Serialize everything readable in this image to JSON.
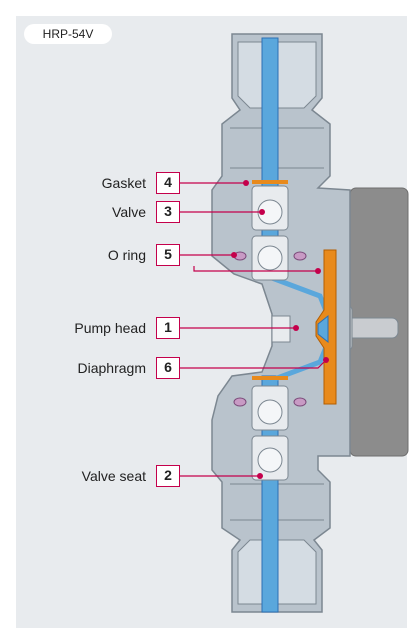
{
  "model_badge": "HRP-54V",
  "parts": [
    {
      "name": "Gasket",
      "number": "4"
    },
    {
      "name": "Valve",
      "number": "3"
    },
    {
      "name": "O ring",
      "number": "5"
    },
    {
      "name": "Pump head",
      "number": "1"
    },
    {
      "name": "Diaphragm",
      "number": "6"
    },
    {
      "name": "Valve seat",
      "number": "2"
    }
  ],
  "colors": {
    "panel": "#e8ebee",
    "body": "#b9c3cc",
    "body_outline": "#7c8791",
    "flow": "#5aa7dc",
    "flow_dark": "#2c6fb3",
    "diaphragm": "#e88a1c",
    "oring": "#c89ac4",
    "leader": "#c4004b",
    "motor": "#8c8c8c",
    "shaft": "#c9ccd0"
  }
}
